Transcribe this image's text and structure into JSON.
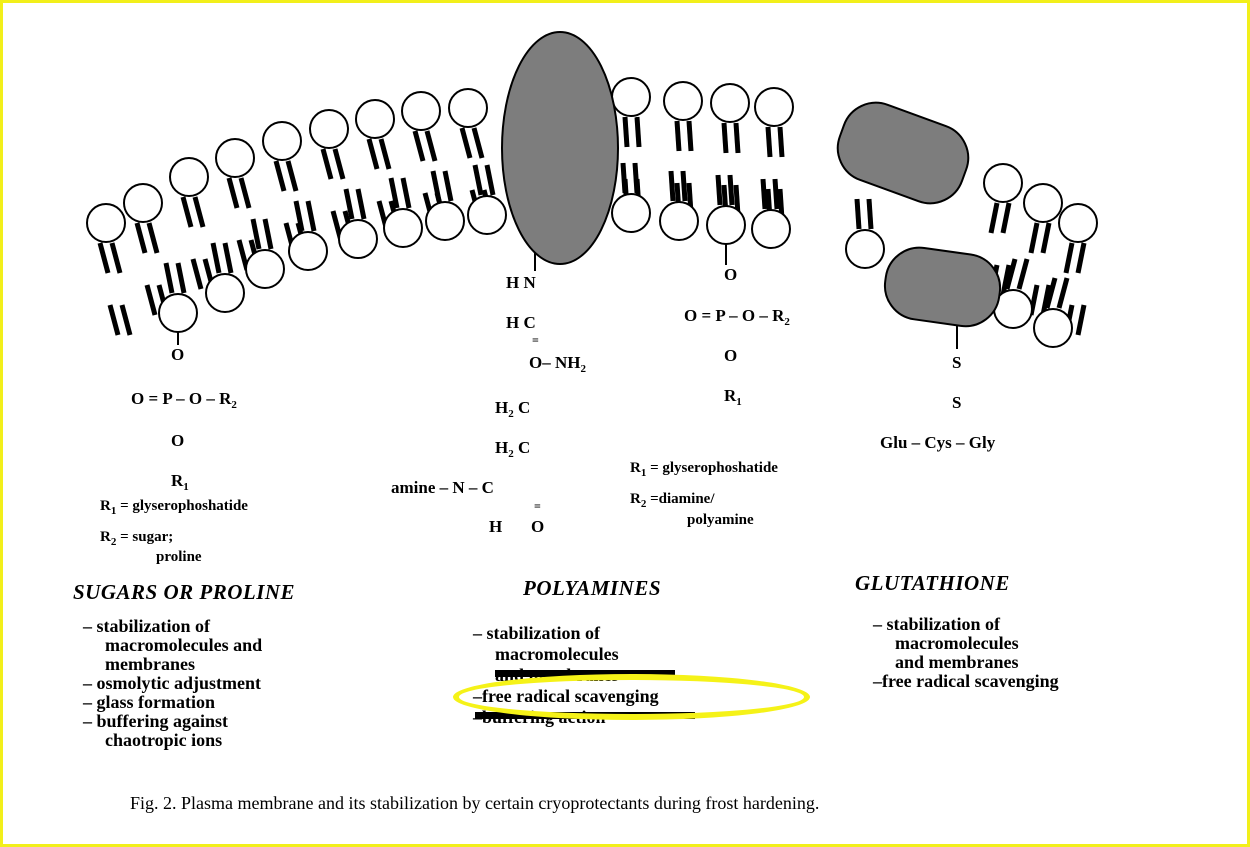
{
  "colors": {
    "border": "#f2ef1a",
    "highlight": "#f5f218",
    "protein": "#7d7d7d"
  },
  "sugars": {
    "chem": {
      "o_top": "O",
      "phosphate": "O = P – O – R",
      "r2_sub": "2",
      "o_bottom": "O",
      "r1": "R",
      "r1_sub": "1"
    },
    "legend": {
      "r1_label": "R",
      "r1_sub": "1",
      "r1_value": " = glyserophoshatide",
      "r2_label": "R",
      "r2_sub": "2",
      "r2_value": "  = sugar;",
      "r2_value2": "proline"
    },
    "title": "SUGARS OR PROLINE",
    "functions": [
      "– stabilization of",
      "macromolecules and",
      "membranes",
      "– osmolytic adjustment",
      "– glass formation",
      "– buffering against",
      "chaotropic ions"
    ]
  },
  "polyamines": {
    "chem": {
      "hn": "H N",
      "hc": "H C",
      "eq": "=",
      "o_nh": "O– NH",
      "nh_sub": "2",
      "h2c_1": "H",
      "h2c_1_sub": "2",
      "c1": "C",
      "h2c_2": "H",
      "h2c_2_sub": "2",
      "c2": "C",
      "amine": "amine – N – C",
      "h": "H",
      "o": "O",
      "eq2": "="
    },
    "title": "POLYAMINES",
    "functions": [
      "– stabilization of",
      "macromolecules",
      "and membranes",
      "–free radical scavenging",
      "–buffering action"
    ]
  },
  "diamine": {
    "chem": {
      "o_top": "O",
      "phosphate": "O = P – O – R",
      "r2_sub": "2",
      "o_bottom": "O",
      "r1": "R",
      "r1_sub": "1"
    },
    "legend": {
      "r1_label": "R",
      "r1_sub": "1",
      "r1_value": " = glyserophoshatide",
      "r2_label": "R",
      "r2_sub": "2",
      "r2_value": "  =diamine/",
      "r2_value2": "polyamine"
    }
  },
  "glutathione": {
    "chem": {
      "s1": "S",
      "s2": "S",
      "tripeptide": "Glu –  Cys – Gly"
    },
    "title": "GLUTATHIONE",
    "functions": [
      "– stabilization of",
      "macromolecules",
      "and membranes",
      "–free radical scavenging"
    ]
  },
  "caption": "Fig. 2. Plasma membrane and its stabilization by certain cryoprotectants during frost hardening."
}
